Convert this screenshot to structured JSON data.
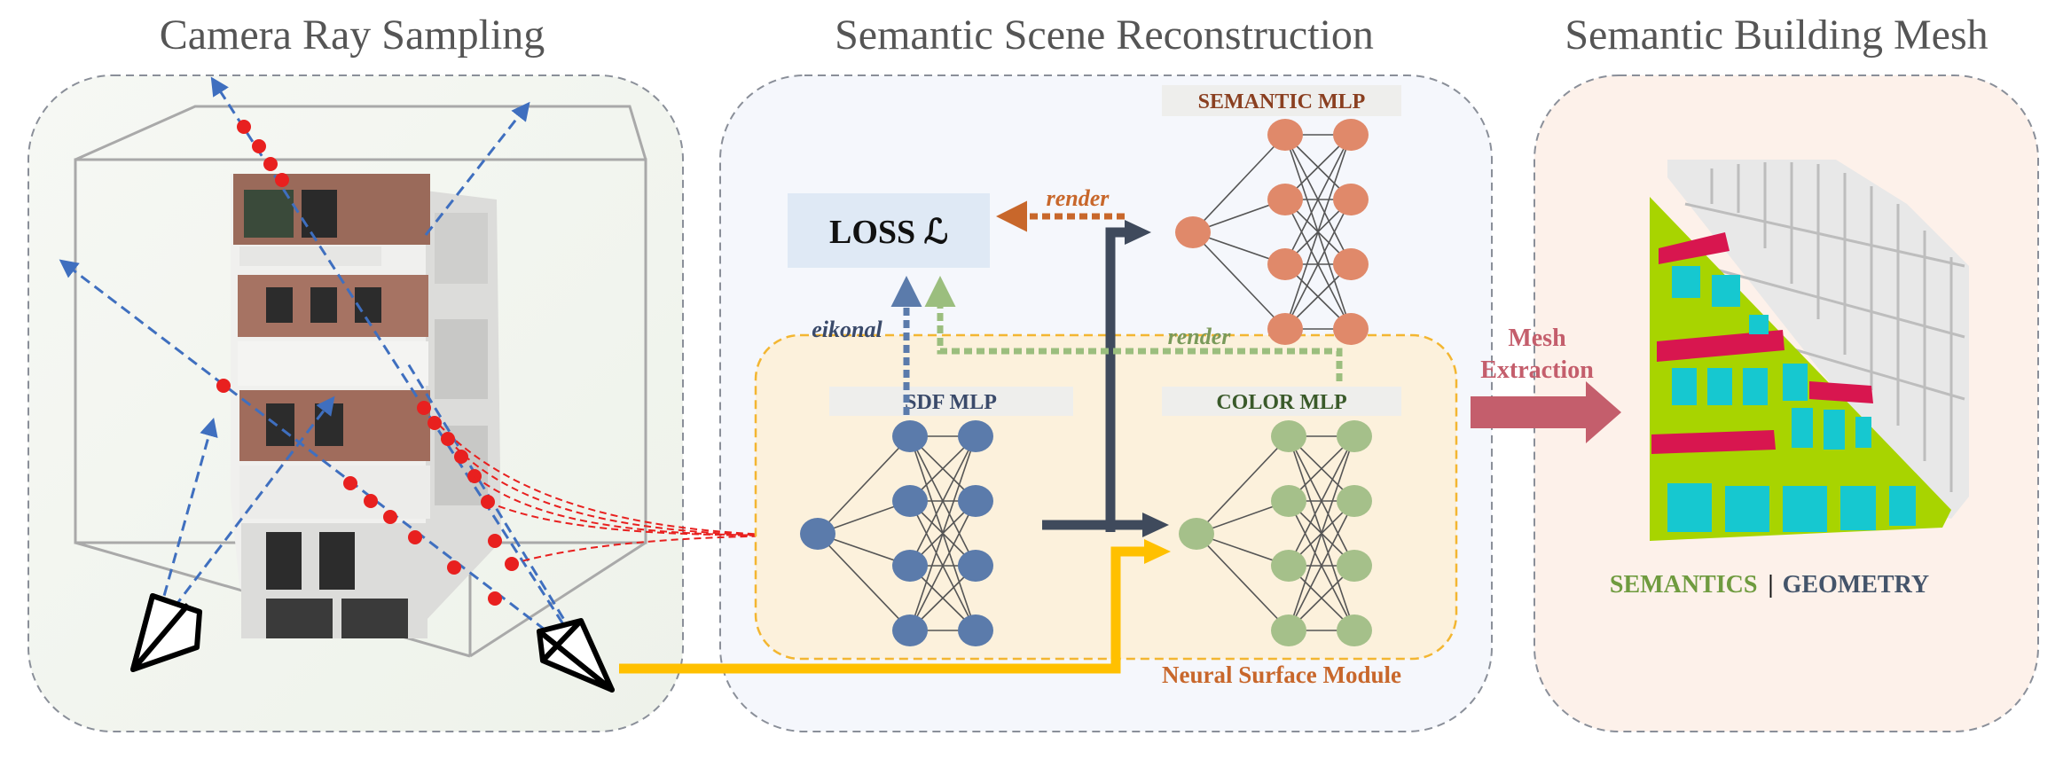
{
  "titles": {
    "left": "Camera Ray Sampling",
    "middle": "Semantic Scene Reconstruction",
    "right": "Semantic Building Mesh"
  },
  "loss": {
    "label": "LOSS ℒ"
  },
  "arrows": {
    "render_top": "render",
    "render_mid": "render",
    "eikonal": "eikonal"
  },
  "mlps": {
    "semantic": "SEMANTIC MLP",
    "sdf": "SDF MLP",
    "color": "COLOR MLP"
  },
  "module": {
    "label": "Neural Surface Module"
  },
  "mesh_extraction": {
    "line1": "Mesh",
    "line2": "Extraction"
  },
  "legend": {
    "semantics": "SEMANTICS",
    "separator": "|",
    "geometry": "GEOMETRY"
  },
  "colors": {
    "semantic_node": "#e0896a",
    "sdf_node": "#5b7bab",
    "color_node": "#a5c08a",
    "ray_blue": "#3f6fbf",
    "sample_red": "#e8201f",
    "yellow_arrow": "#ffc000",
    "dark_arrow": "#3f4a5c",
    "mesh_arrow": "#c45e6c",
    "render_orange": "#c8672b",
    "render_green": "#9bbe7e",
    "semantics_text": "#6f9b3f",
    "geometry_text": "#44546a"
  }
}
